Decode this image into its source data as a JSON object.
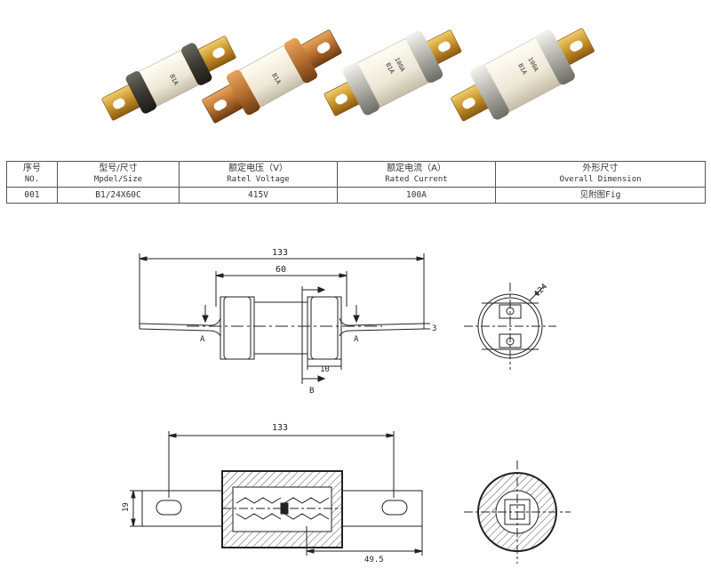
{
  "table": {
    "headers_cn": [
      "序号",
      "型号/尺寸",
      "额定电压（V）",
      "额定电流（A）",
      "外形尺寸"
    ],
    "headers_en": [
      "NO.",
      "Mpdel/Size",
      "Ratel Voltage",
      "Rated Current",
      "Overall Dimension"
    ],
    "row": [
      "001",
      "B1/24X60C",
      "415V",
      "100A",
      "见附图Fig"
    ]
  },
  "product_label": {
    "line1": "100A",
    "line2": "B1A"
  },
  "drawing_top": {
    "dim_overall": "133",
    "dim_body": "60",
    "dim_cap": "10",
    "dim_thickness": "3",
    "section_a": "A",
    "section_b": "B",
    "dim_diameter": "Φ24"
  },
  "drawing_bottom": {
    "dim_overall": "133",
    "dim_height": "19",
    "dim_half": "49.5"
  }
}
